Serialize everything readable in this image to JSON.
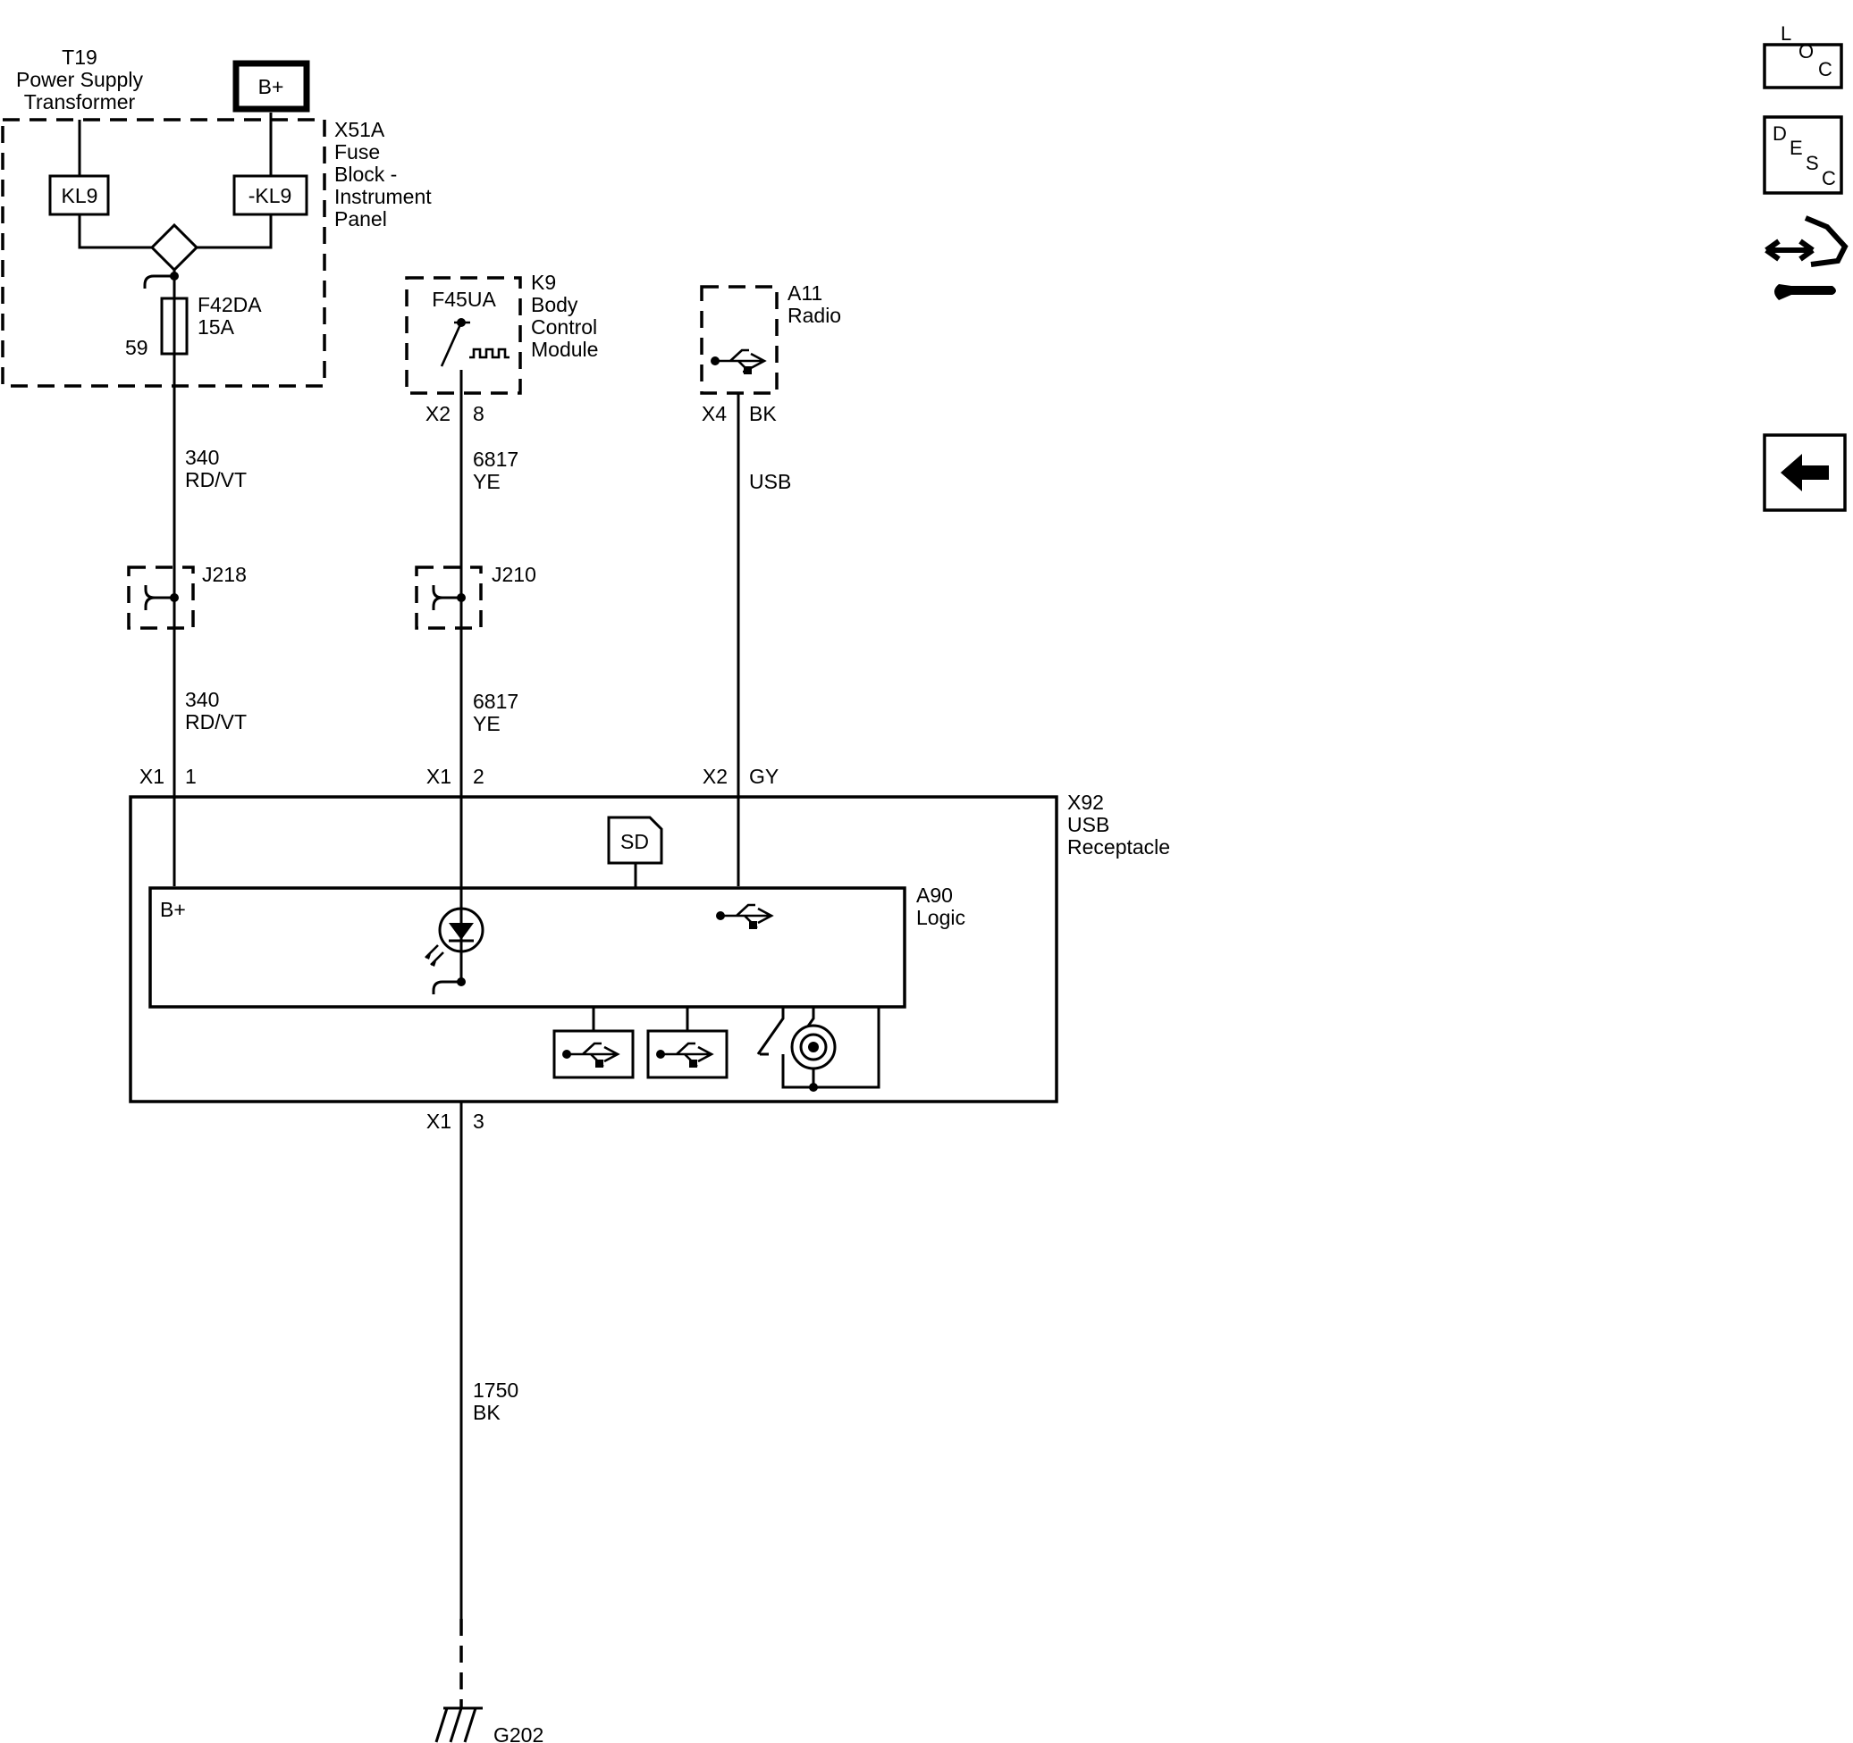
{
  "power": {
    "t19": {
      "id": "T19",
      "line1": "Power Supply",
      "line2": "Transformer"
    },
    "bplus": "B+",
    "x51a": {
      "id": "X51A",
      "line1": "Fuse",
      "line2": "Block -",
      "line3": "Instrument",
      "line4": "Panel"
    },
    "kl9": "KL9",
    "kl9_neg": "-KL9",
    "fuse": {
      "name": "F42DA",
      "rating": "15A",
      "pin": "59"
    }
  },
  "k9": {
    "fuse": "F45UA",
    "id": "K9",
    "line1": "Body",
    "line2": "Control",
    "line3": "Module",
    "connector": "X2",
    "pin": "8"
  },
  "a11": {
    "id": "A11",
    "name": "Radio",
    "connector": "X4",
    "pin": "BK"
  },
  "wires": {
    "w340_top": {
      "circuit": "340",
      "color": "RD/VT"
    },
    "w340_bot": {
      "circuit": "340",
      "color": "RD/VT"
    },
    "w6817_top": {
      "circuit": "6817",
      "color": "YE"
    },
    "w6817_bot": {
      "circuit": "6817",
      "color": "YE"
    },
    "usb": {
      "label": "USB"
    },
    "w1750": {
      "circuit": "1750",
      "color": "BK"
    }
  },
  "splices": {
    "j218": "J218",
    "j210": "J210"
  },
  "x92": {
    "id": "X92",
    "line1": "USB",
    "line2": "Receptacle",
    "pin1": {
      "connector": "X1",
      "pin": "1"
    },
    "pin2": {
      "connector": "X1",
      "pin": "2"
    },
    "pin3": {
      "connector": "X2",
      "pin": "GY"
    },
    "pin_gnd": {
      "connector": "X1",
      "pin": "3"
    },
    "sd": "SD"
  },
  "a90": {
    "id": "A90",
    "name": "Logic",
    "bplus": "B+"
  },
  "ground": "G202",
  "nav": {
    "loc": [
      "L",
      "O",
      "C"
    ],
    "desc": [
      "D",
      "E",
      "S",
      "C"
    ],
    "connector_icon": "connector-wrench-icon",
    "back_icon": "back-arrow-icon"
  }
}
